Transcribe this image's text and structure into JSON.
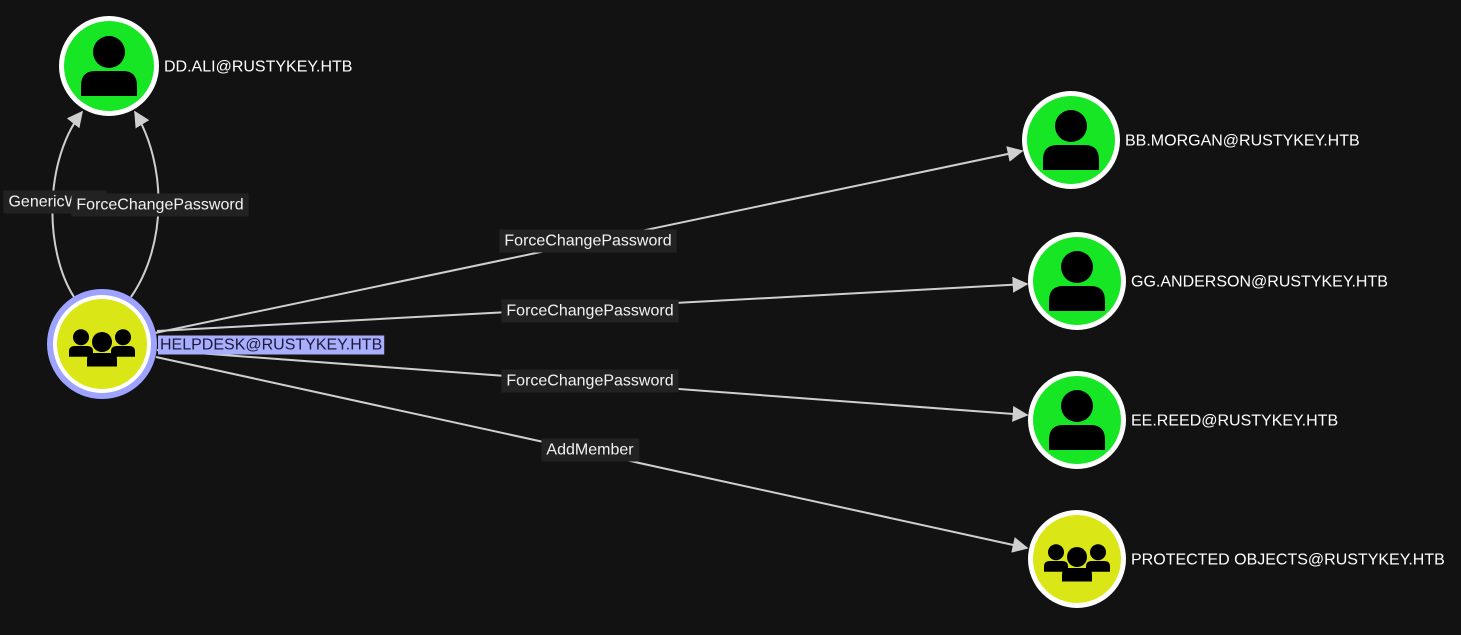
{
  "graph": {
    "colors": {
      "background": "#121212",
      "user_node": "#17e625",
      "group_node": "#dbe617",
      "node_ring": "#ffffff",
      "selected_ring": "#9ea3ff",
      "selected_label_bg": "#a9aefc",
      "edge": "#cfcfcf",
      "edge_label_bg": "#222222"
    },
    "nodes": [
      {
        "id": "dd_ali",
        "label": "DD.ALI@RUSTYKEY.HTB",
        "kind": "user",
        "icon": "user-icon",
        "selected": false
      },
      {
        "id": "helpdesk",
        "label": "HELPDESK@RUSTYKEY.HTB",
        "kind": "group",
        "icon": "group-icon",
        "selected": true
      },
      {
        "id": "bb_morgan",
        "label": "BB.MORGAN@RUSTYKEY.HTB",
        "kind": "user",
        "icon": "user-icon",
        "selected": false
      },
      {
        "id": "gg_anderson",
        "label": "GG.ANDERSON@RUSTYKEY.HTB",
        "kind": "user",
        "icon": "user-icon",
        "selected": false
      },
      {
        "id": "ee_reed",
        "label": "EE.REED@RUSTYKEY.HTB",
        "kind": "user",
        "icon": "user-icon",
        "selected": false
      },
      {
        "id": "protected_objects",
        "label": "PROTECTED OBJECTS@RUSTYKEY.HTB",
        "kind": "group",
        "icon": "group-icon",
        "selected": false
      }
    ],
    "edges": [
      {
        "id": "e1",
        "source": "helpdesk",
        "target": "dd_ali",
        "label": "GenericWrite"
      },
      {
        "id": "e2",
        "source": "helpdesk",
        "target": "dd_ali",
        "label": "ForceChangePassword"
      },
      {
        "id": "e3",
        "source": "helpdesk",
        "target": "bb_morgan",
        "label": "ForceChangePassword"
      },
      {
        "id": "e4",
        "source": "helpdesk",
        "target": "gg_anderson",
        "label": "ForceChangePassword"
      },
      {
        "id": "e5",
        "source": "helpdesk",
        "target": "ee_reed",
        "label": "ForceChangePassword"
      },
      {
        "id": "e6",
        "source": "helpdesk",
        "target": "protected_objects",
        "label": "AddMember"
      }
    ]
  }
}
